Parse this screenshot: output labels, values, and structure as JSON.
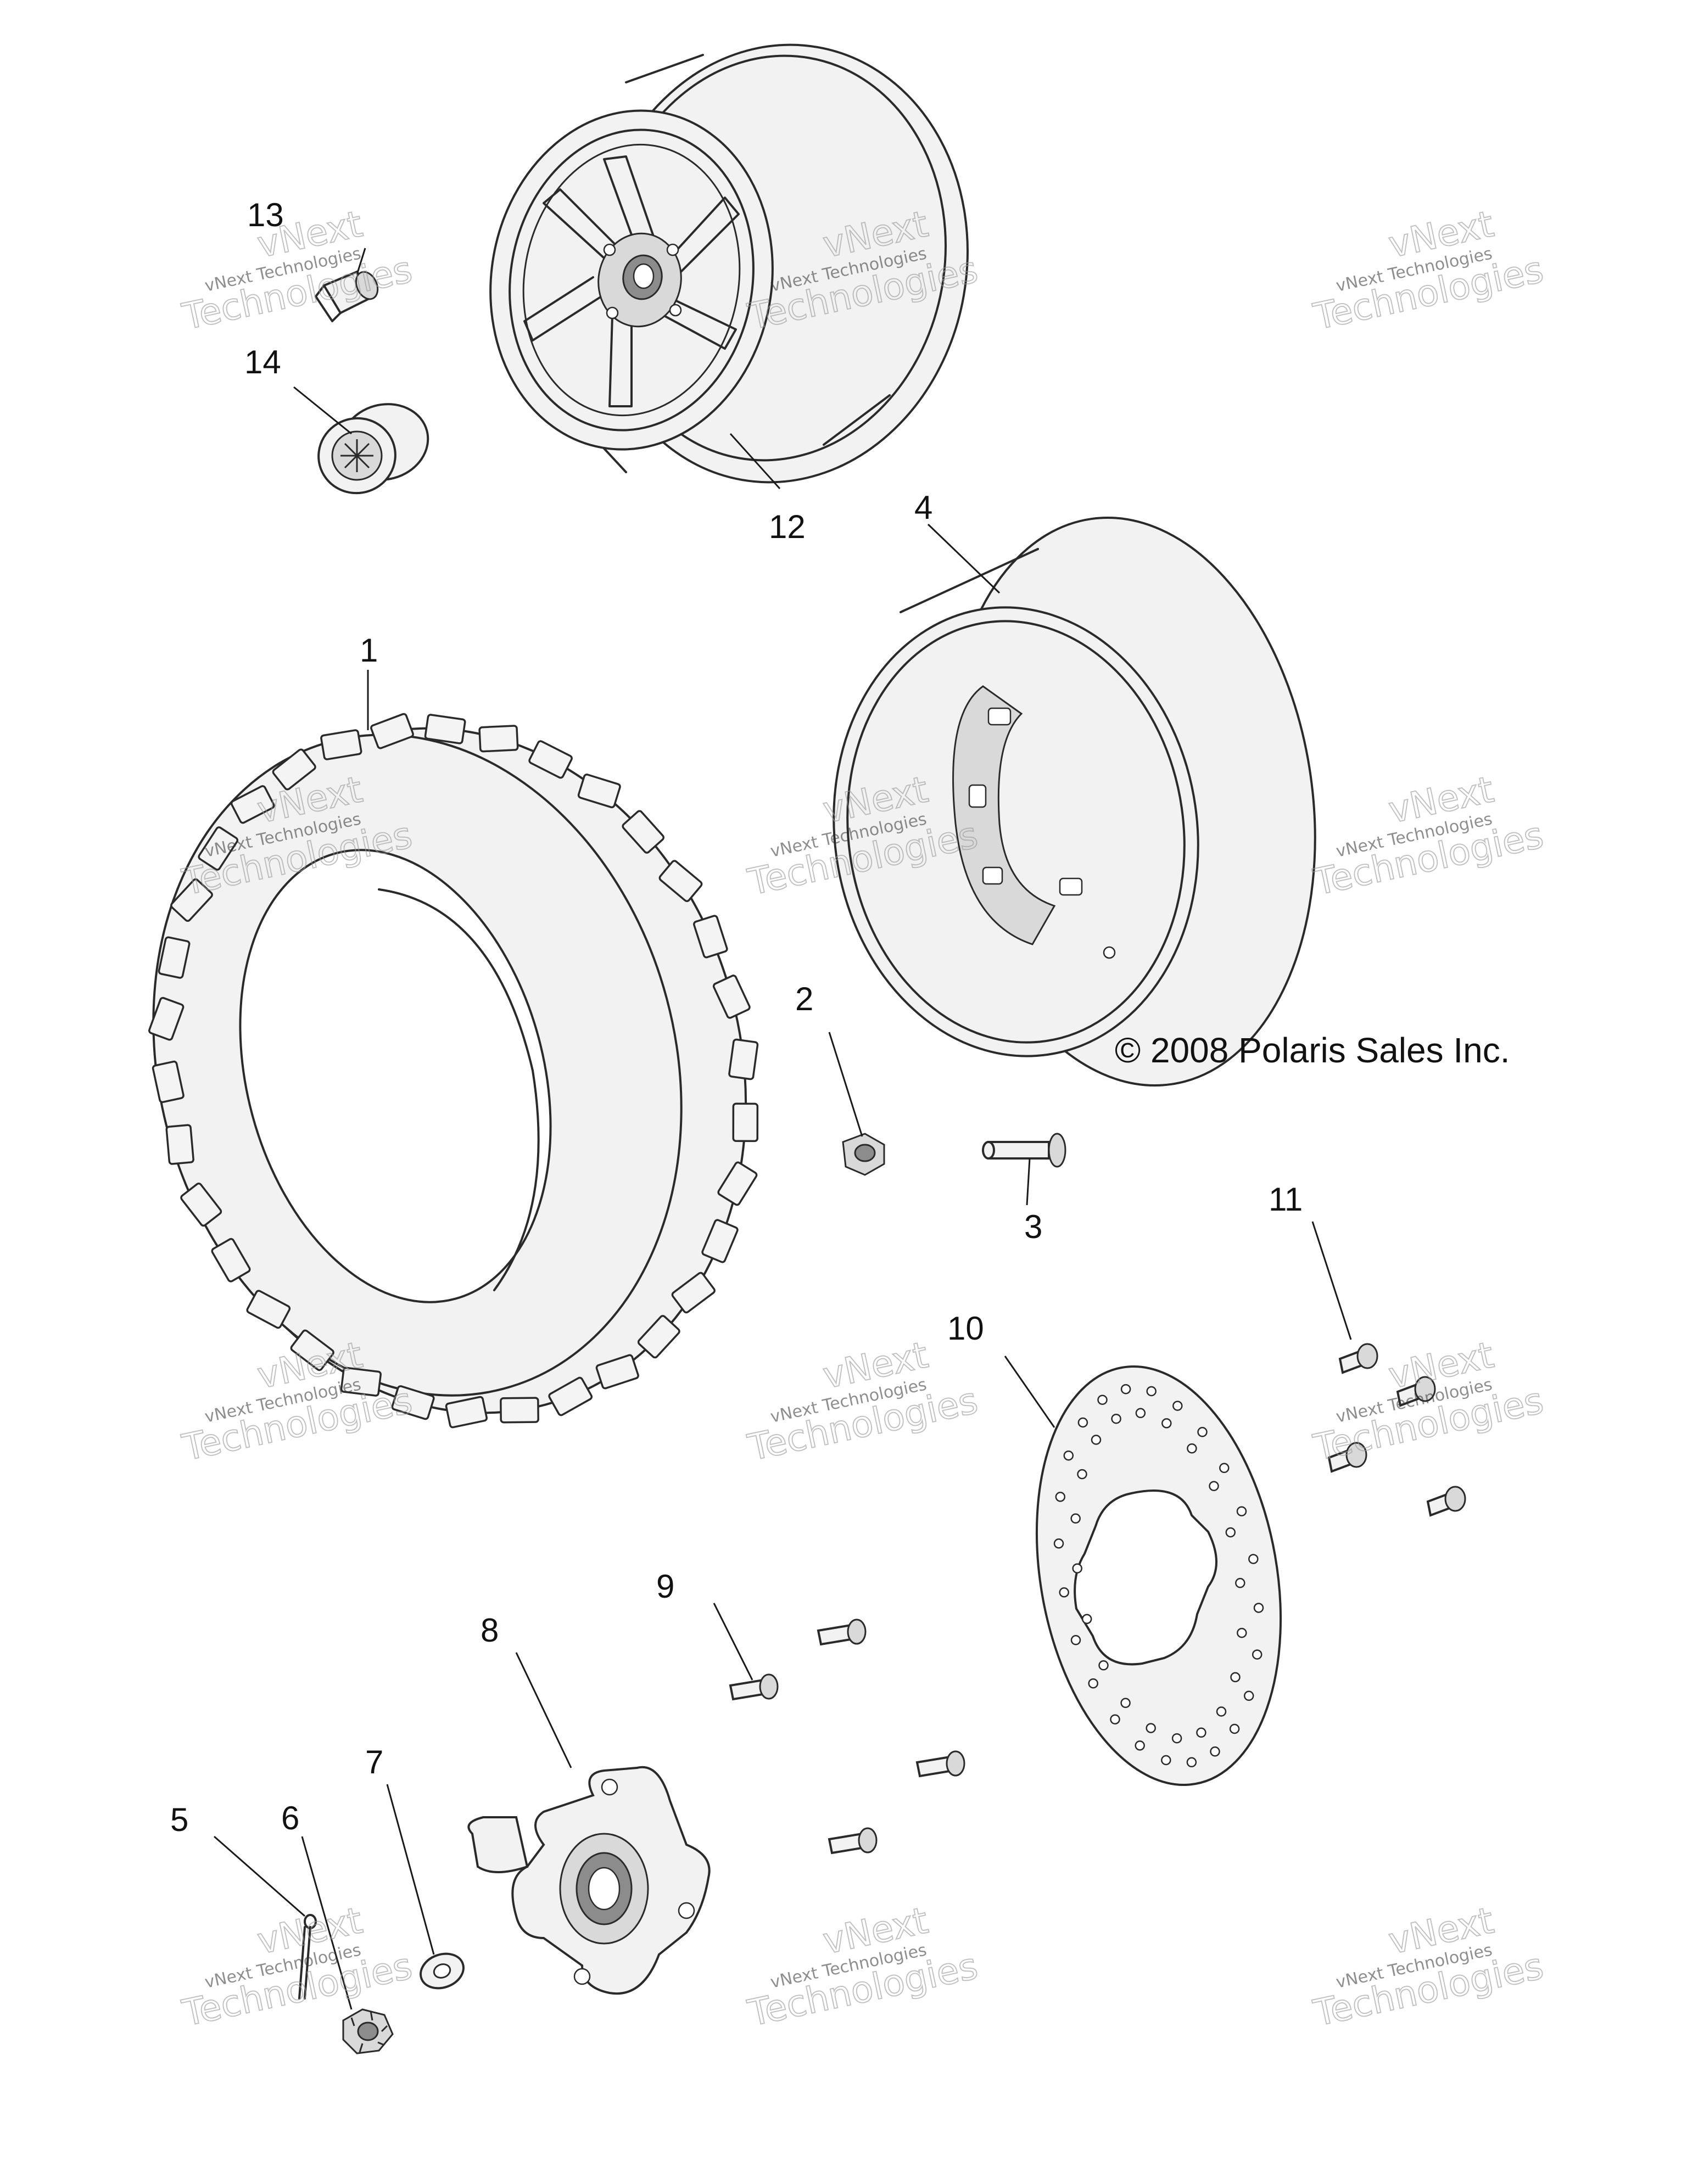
{
  "parts": [
    {
      "id": "tire",
      "callout": "1",
      "icon": "tire-icon"
    },
    {
      "id": "lug-nut",
      "callout": "2",
      "icon": "flange-nut-icon"
    },
    {
      "id": "valve-stem",
      "callout": "3",
      "icon": "valve-stem-icon"
    },
    {
      "id": "steel-wheel",
      "callout": "4",
      "icon": "wheel-rim-icon"
    },
    {
      "id": "cotter-pin",
      "callout": "5",
      "icon": "cotter-pin-icon"
    },
    {
      "id": "castle-nut",
      "callout": "6",
      "icon": "castle-nut-icon"
    },
    {
      "id": "washer",
      "callout": "7",
      "icon": "washer-icon"
    },
    {
      "id": "hub",
      "callout": "8",
      "icon": "wheel-hub-icon"
    },
    {
      "id": "wheel-stud",
      "callout": "9",
      "icon": "stud-icon"
    },
    {
      "id": "brake-disc",
      "callout": "10",
      "icon": "brake-disc-icon"
    },
    {
      "id": "disc-bolt",
      "callout": "11",
      "icon": "bolt-icon"
    },
    {
      "id": "cast-wheel",
      "callout": "12",
      "icon": "cast-wheel-icon"
    },
    {
      "id": "cast-lug-nut",
      "callout": "13",
      "icon": "lug-nut-icon"
    },
    {
      "id": "center-cap",
      "callout": "14",
      "icon": "center-cap-icon"
    }
  ],
  "copyright": "© 2008 Polaris Sales Inc.",
  "watermark": {
    "line1": "vNext",
    "line2": "vNext Technologies",
    "line3": "Technologies"
  }
}
